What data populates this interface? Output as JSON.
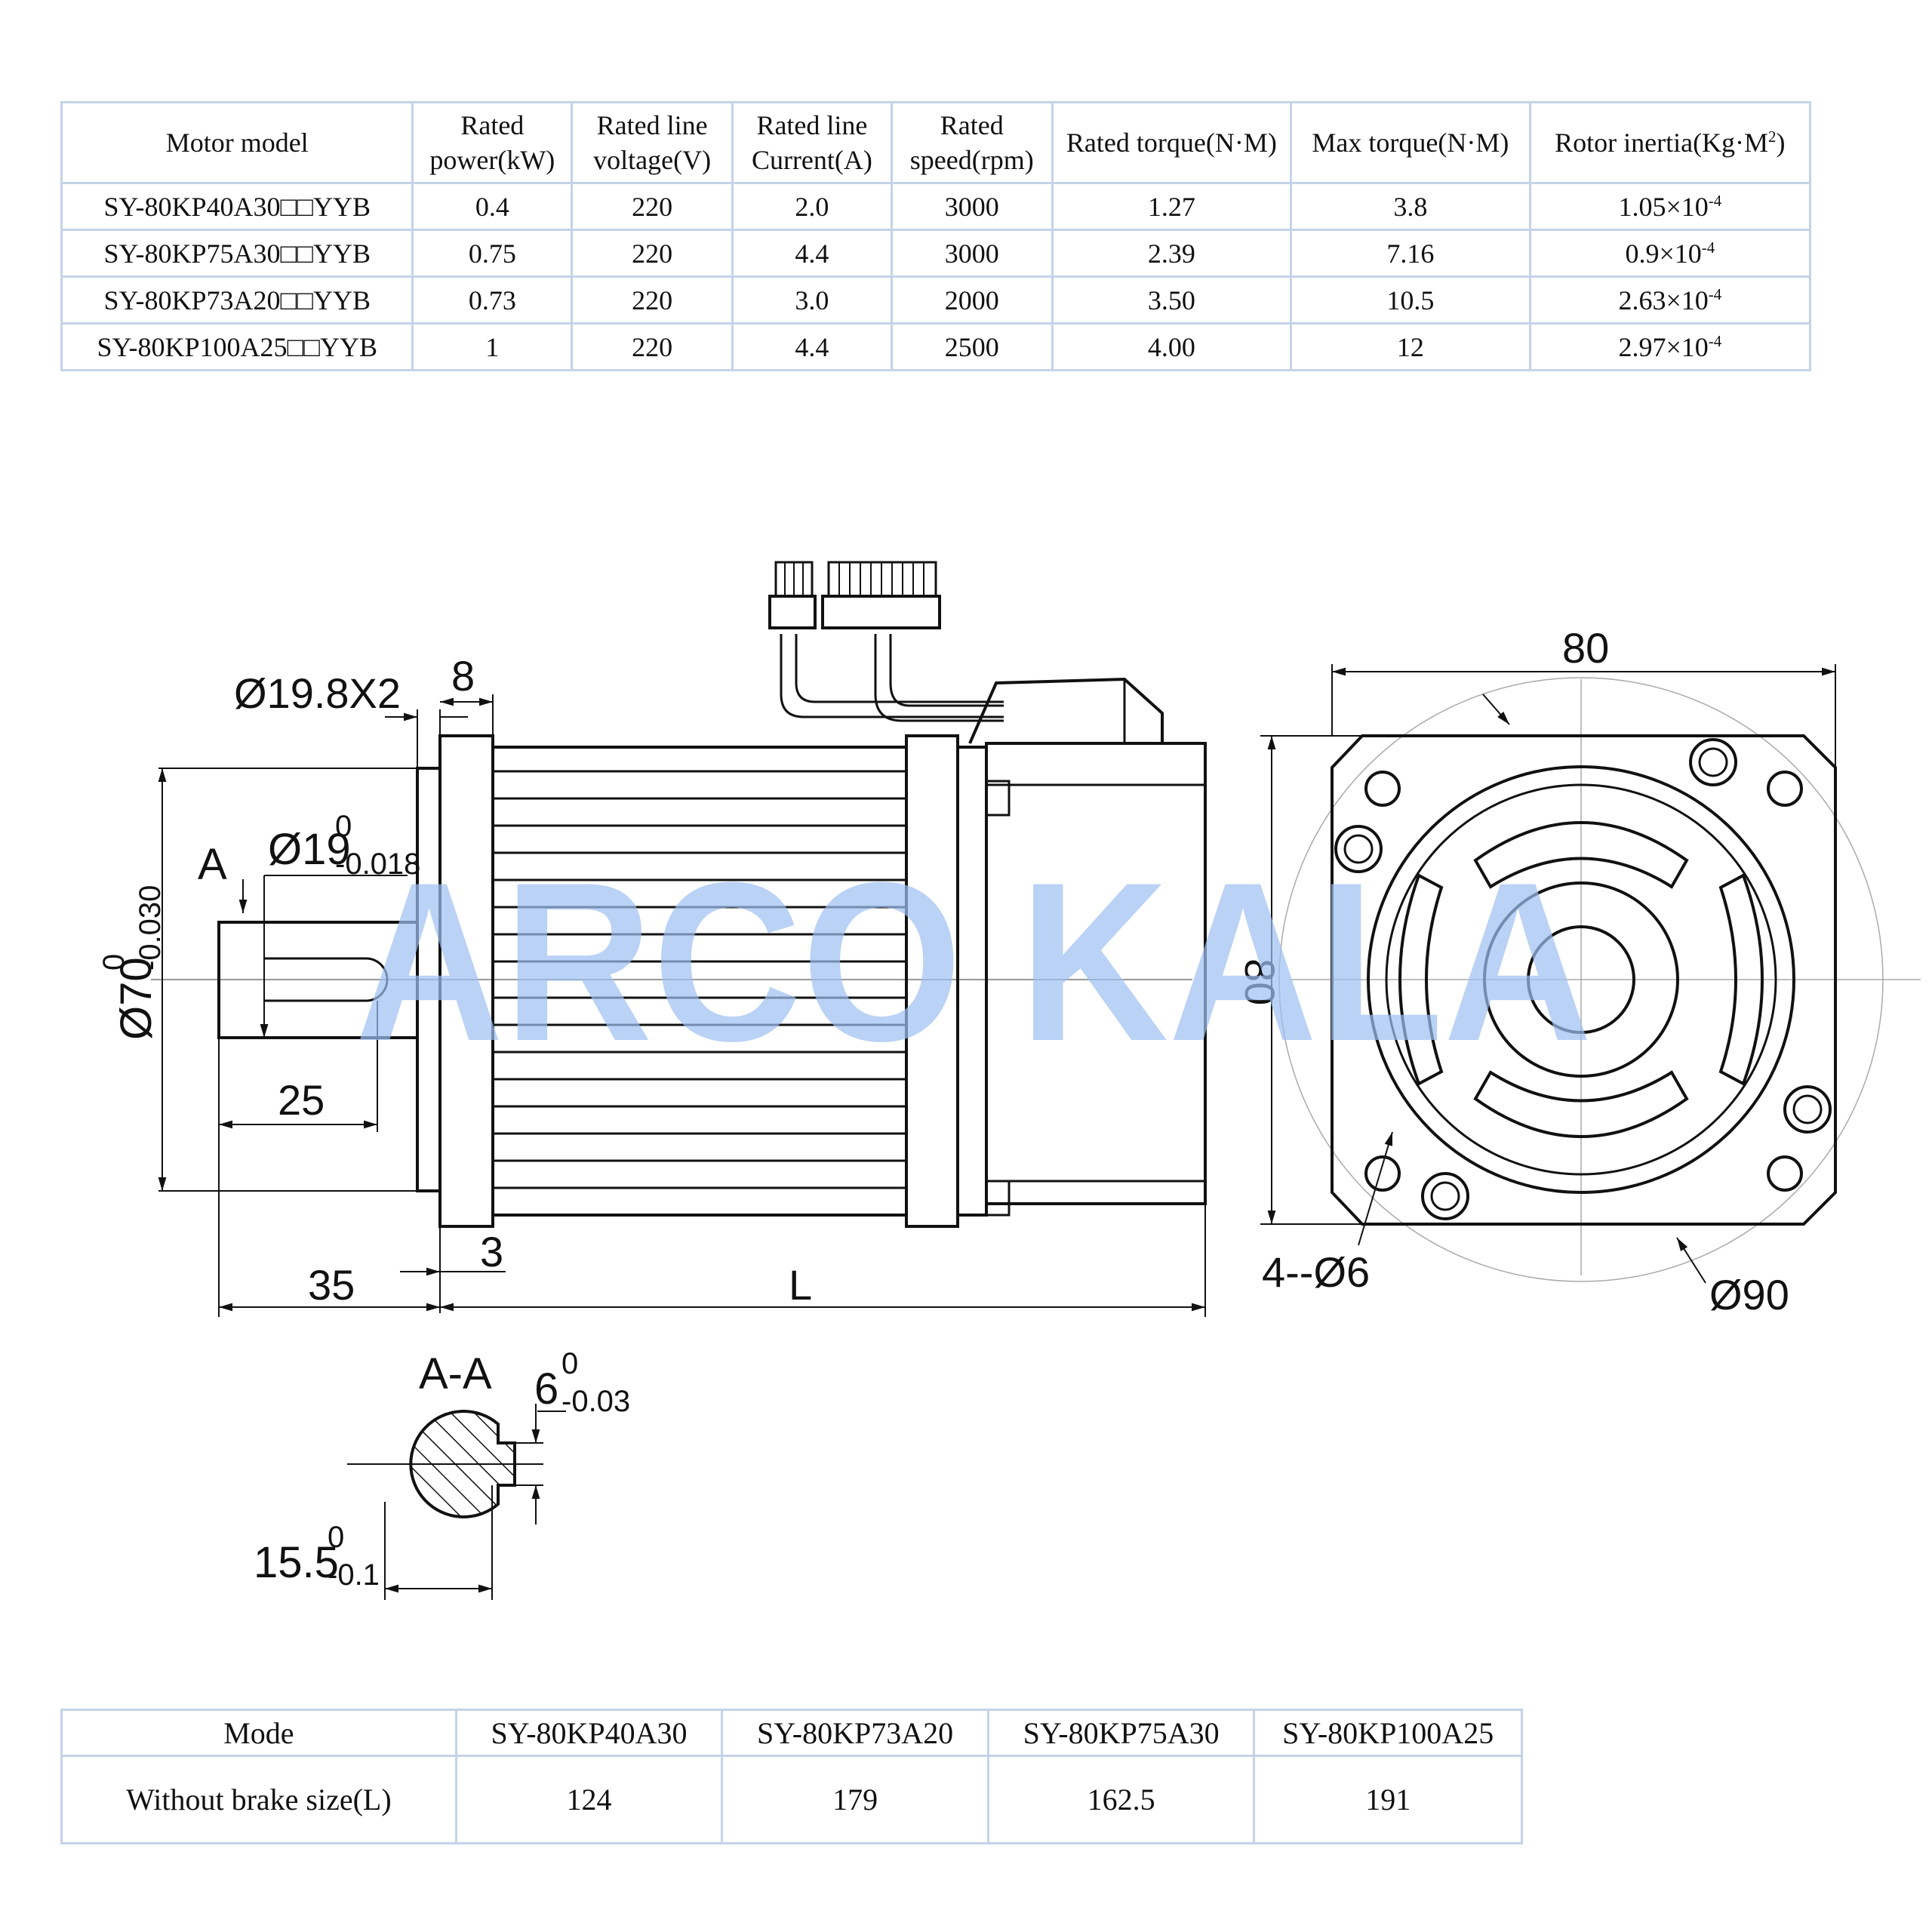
{
  "spec_table": {
    "headers": [
      {
        "line1": "Motor model",
        "line2": "",
        "sup": ""
      },
      {
        "line1": "Rated",
        "line2": "power(kW)",
        "sup": ""
      },
      {
        "line1": "Rated line",
        "line2": "voltage(V)",
        "sup": ""
      },
      {
        "line1": "Rated line",
        "line2": "Current(A)",
        "sup": ""
      },
      {
        "line1": "Rated",
        "line2": "speed(rpm)",
        "sup": ""
      },
      {
        "line1": "Rated torque(N·M)",
        "line2": "",
        "sup": ""
      },
      {
        "line1": "Max torque(N·M)",
        "line2": "",
        "sup": ""
      },
      {
        "line1": "Rotor inertia(Kg·M",
        "line2": "",
        "sup": "2",
        "suffix": ")"
      }
    ],
    "rows": [
      {
        "model": "SY-80KP40A30□□YYB",
        "power": "0.4",
        "voltage": "220",
        "current": "2.0",
        "speed": "3000",
        "rated_torque": "1.27",
        "max_torque": "3.8",
        "inertia": "1.05×10",
        "inertia_exp": "-4"
      },
      {
        "model": "SY-80KP75A30□□YYB",
        "power": "0.75",
        "voltage": "220",
        "current": "4.4",
        "speed": "3000",
        "rated_torque": "2.39",
        "max_torque": "7.16",
        "inertia": "0.9×10",
        "inertia_exp": "-4"
      },
      {
        "model": "SY-80KP73A20□□YYB",
        "power": "0.73",
        "voltage": "220",
        "current": "3.0",
        "speed": "2000",
        "rated_torque": "3.50",
        "max_torque": "10.5",
        "inertia": "2.63×10",
        "inertia_exp": "-4"
      },
      {
        "model": "SY-80KP100A25□□YYB",
        "power": "1",
        "voltage": "220",
        "current": "4.4",
        "speed": "2500",
        "rated_torque": "4.00",
        "max_torque": "12",
        "inertia": "2.97×10",
        "inertia_exp": "-4"
      }
    ]
  },
  "drawing": {
    "watermark": "ARCO KALA",
    "dims": {
      "d19_8x2": "Ø19.8X2",
      "d8": "8",
      "section_marker": "A",
      "d19": "Ø19",
      "d19_tol_upper": "0",
      "d19_tol_lower": "-0.018",
      "d70": "Ø70",
      "d70_tol_upper": "0",
      "d70_tol_lower": "-0.030",
      "d25": "25",
      "d3": "3",
      "d35": "35",
      "dL": "L",
      "d80_top": "80",
      "d80_side": "80",
      "holes": "4--Ø6",
      "d90": "Ø90",
      "section_label": "A-A",
      "key6": "6",
      "key6_tol_upper": "0",
      "key6_tol_lower": "-0.03",
      "d15_5": "15.5",
      "d15_5_tol_upper": "0",
      "d15_5_tol_lower": "-0.1"
    }
  },
  "size_table": {
    "headers": [
      "Mode",
      "SY-80KP40A30",
      "SY-80KP73A20",
      "SY-80KP75A30",
      "SY-80KP100A25"
    ],
    "row": {
      "label": "Without brake size(L)",
      "values": [
        "124",
        "179",
        "162.5",
        "191"
      ]
    }
  }
}
